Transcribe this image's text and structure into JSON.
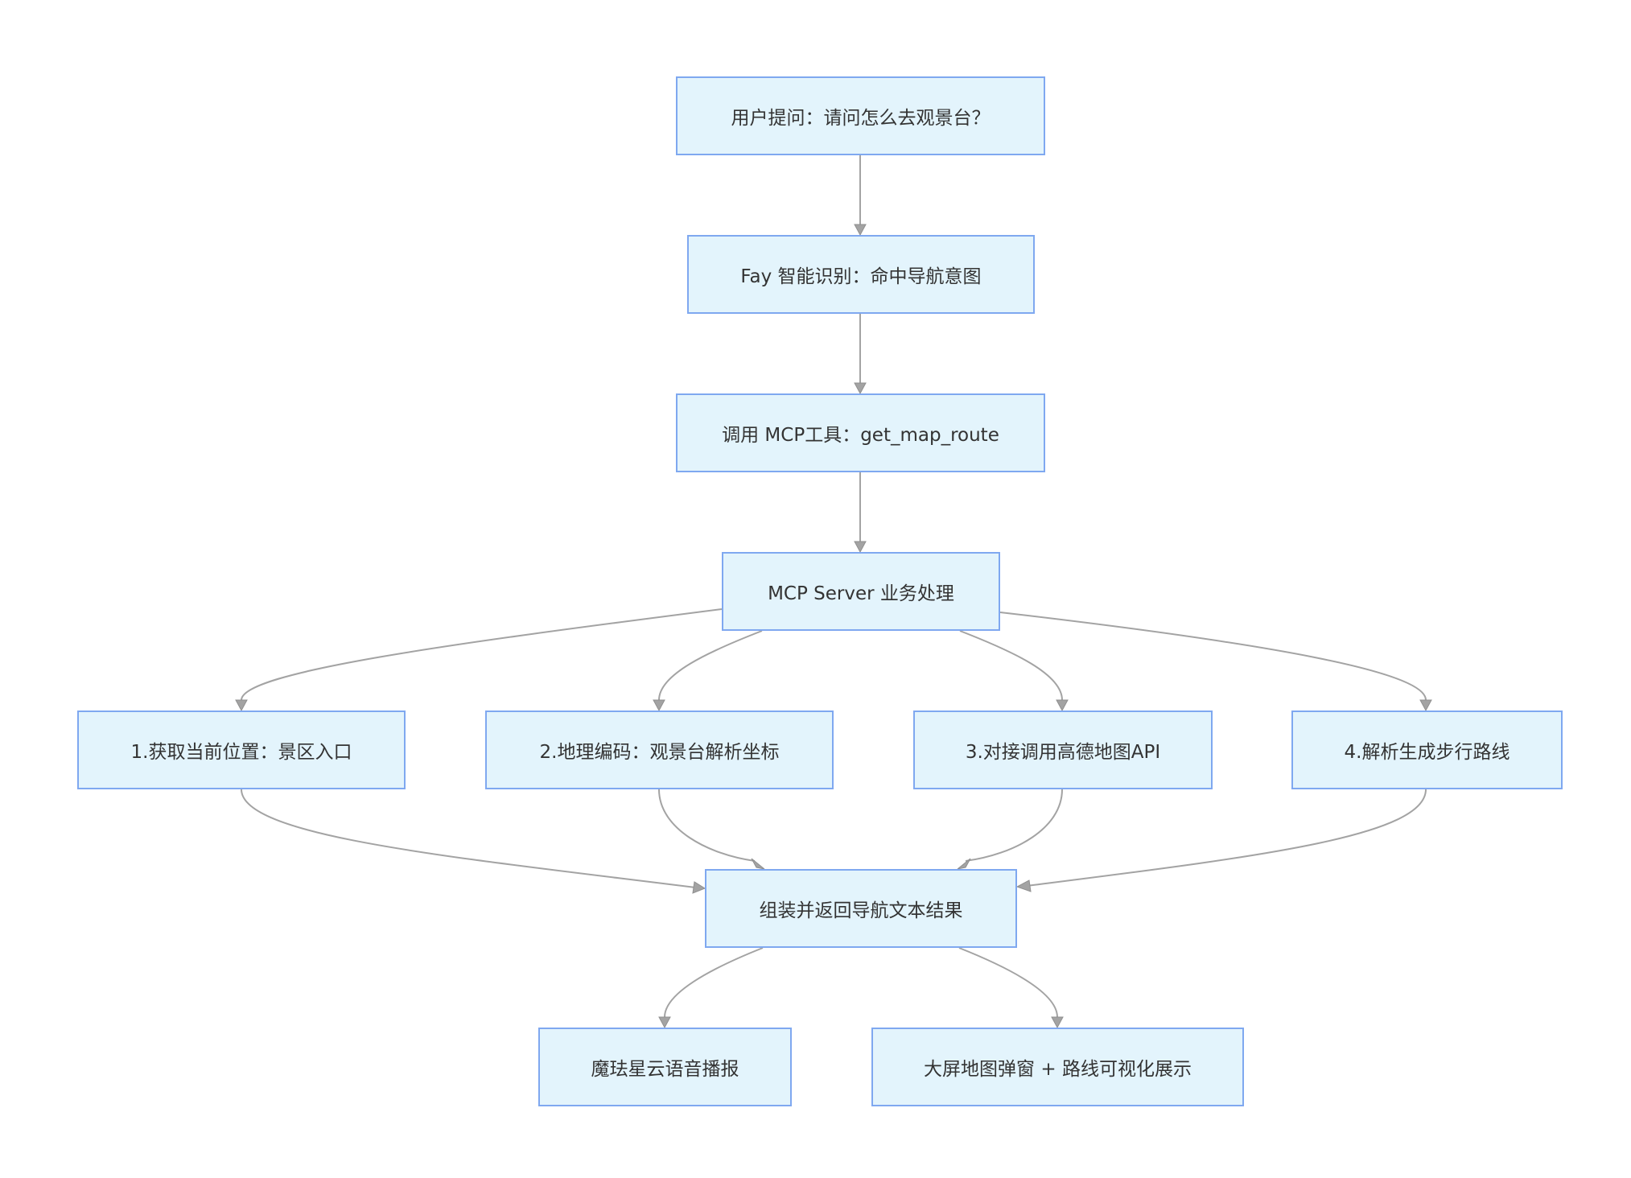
{
  "diagram": {
    "nodes": {
      "ask": "用户提问：请问怎么去观景台？",
      "intent": "Fay 智能识别：命中导航意图",
      "tool": "调用 MCP工具：get_map_route",
      "server": "MCP Server 业务处理",
      "step1": "1.获取当前位置：景区入口",
      "step2": "2.地理编码：观景台解析坐标",
      "step3": "3.对接调用高德地图API",
      "step4": "4.解析生成步行路线",
      "assemble": "组装并返回导航文本结果",
      "voice": "魔珐星云语音播报",
      "screen": "大屏地图弹窗 + 路线可视化展示"
    },
    "edges": [
      [
        "ask",
        "intent"
      ],
      [
        "intent",
        "tool"
      ],
      [
        "tool",
        "server"
      ],
      [
        "server",
        "step1"
      ],
      [
        "server",
        "step2"
      ],
      [
        "server",
        "step3"
      ],
      [
        "server",
        "step4"
      ],
      [
        "step1",
        "assemble"
      ],
      [
        "step2",
        "assemble"
      ],
      [
        "step3",
        "assemble"
      ],
      [
        "step4",
        "assemble"
      ],
      [
        "assemble",
        "voice"
      ],
      [
        "assemble",
        "screen"
      ]
    ],
    "colors": {
      "node_fill": "#e3f4fc",
      "node_border": "#7fa8f0",
      "edge": "#a3a3a3",
      "text": "#333333"
    }
  }
}
